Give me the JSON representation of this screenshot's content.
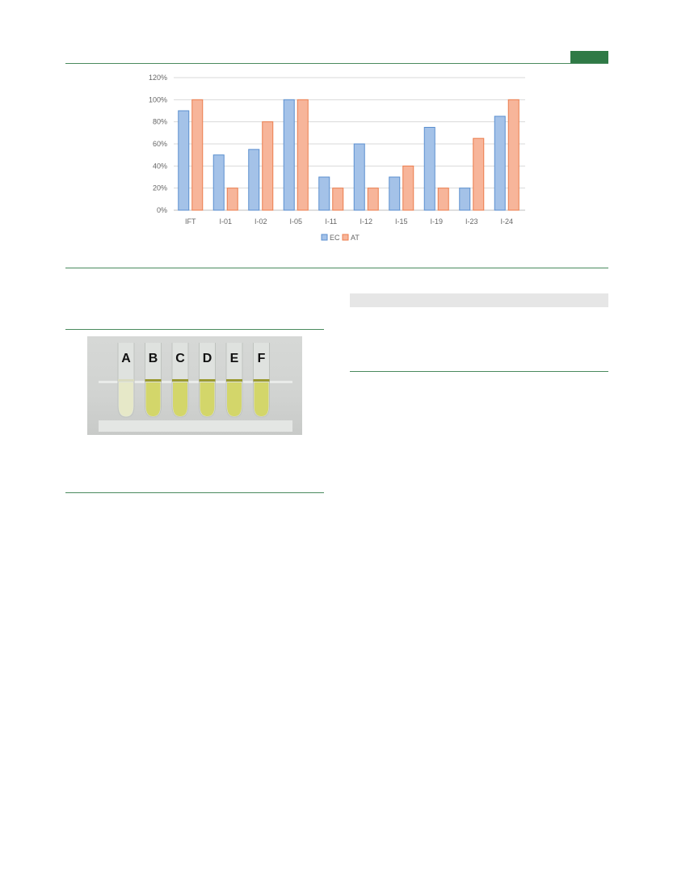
{
  "colors": {
    "accent_green": "#2f7a46",
    "series_ec": "#a4c2e8",
    "series_ec_stroke": "#5b8fcf",
    "series_at": "#f7b59a",
    "series_at_stroke": "#ec7d4d"
  },
  "chart_data": {
    "type": "bar",
    "title": "",
    "xlabel": "",
    "ylabel": "",
    "categories": [
      "IFT",
      "I-01",
      "I-02",
      "I-05",
      "I-11",
      "I-12",
      "I-15",
      "I-19",
      "I-23",
      "I-24"
    ],
    "series": [
      {
        "name": "EC",
        "values": [
          90,
          50,
          55,
          100,
          30,
          60,
          30,
          75,
          20,
          85
        ]
      },
      {
        "name": "AT",
        "values": [
          100,
          20,
          80,
          100,
          20,
          20,
          40,
          20,
          65,
          100
        ]
      }
    ],
    "y_ticks": [
      "0%",
      "20%",
      "40%",
      "60%",
      "80%",
      "100%",
      "120%"
    ],
    "ylim": [
      0,
      120
    ],
    "grid": true,
    "legend_position": "bottom"
  },
  "photo": {
    "tube_labels": [
      "A",
      "B",
      "C",
      "D",
      "E",
      "F"
    ]
  }
}
